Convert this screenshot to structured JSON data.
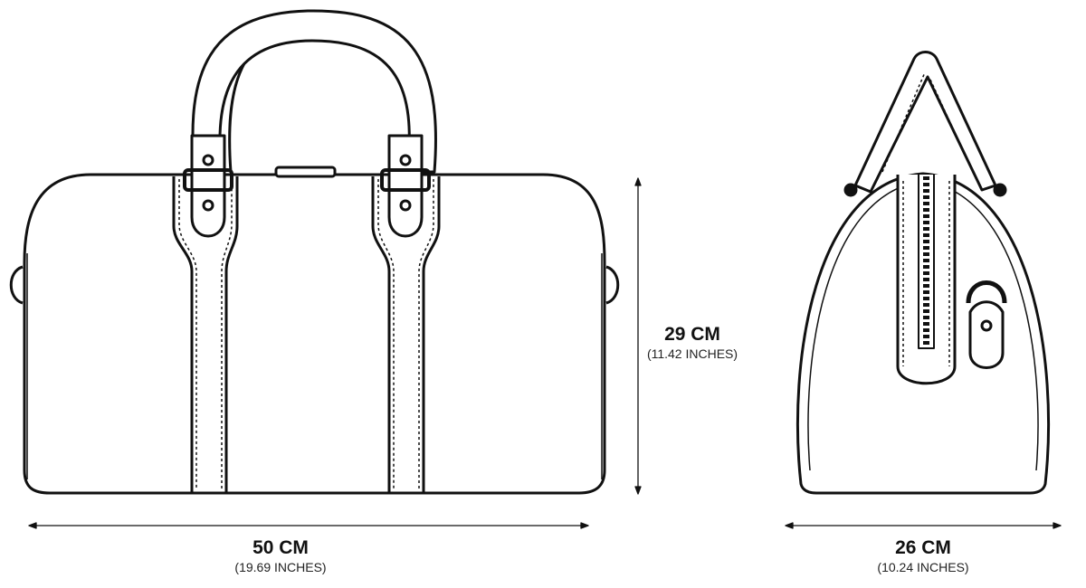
{
  "dimensions": {
    "width": {
      "metric": "50 CM",
      "imperial": "(19.69 INCHES)"
    },
    "height": {
      "metric": "29 CM",
      "imperial": "(11.42 INCHES)"
    },
    "depth": {
      "metric": "26 CM",
      "imperial": "(10.24 INCHES)"
    }
  },
  "colors": {
    "line": "#111111",
    "background": "#ffffff"
  }
}
